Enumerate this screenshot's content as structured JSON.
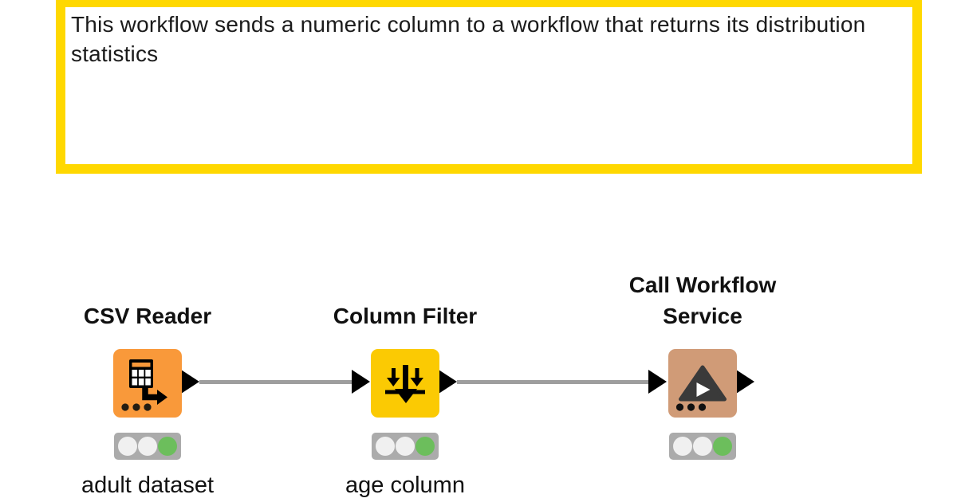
{
  "annotation": {
    "text": "This workflow sends a numeric column to a workflow that returns its distribution statistics",
    "border_color": "#FFD800",
    "background_color": "#FFFFFF"
  },
  "workflow": {
    "connection_color": "#9E9E9E",
    "port_color": "#000000",
    "traffic_light_bar_color": "#ABABAB",
    "light_off_color": "#F0F0F0",
    "light_on_color": "#6CBE5C"
  },
  "nodes": [
    {
      "title": "CSV Reader",
      "label": "adult dataset",
      "color": "#F9993A",
      "icon": "table-reader-icon",
      "status": "executed",
      "lights": [
        "#F0F0F0",
        "#F0F0F0",
        "#6CBE5C"
      ]
    },
    {
      "title": "Column Filter",
      "label": "age column",
      "color": "#FBCA03",
      "icon": "column-filter-icon",
      "status": "executed",
      "lights": [
        "#F0F0F0",
        "#F0F0F0",
        "#6CBE5C"
      ]
    },
    {
      "title": "Call Workflow Service",
      "label": "",
      "color": "#D09B77",
      "icon": "call-workflow-play-icon",
      "status": "executed",
      "lights": [
        "#F0F0F0",
        "#F0F0F0",
        "#6CBE5C"
      ]
    }
  ]
}
